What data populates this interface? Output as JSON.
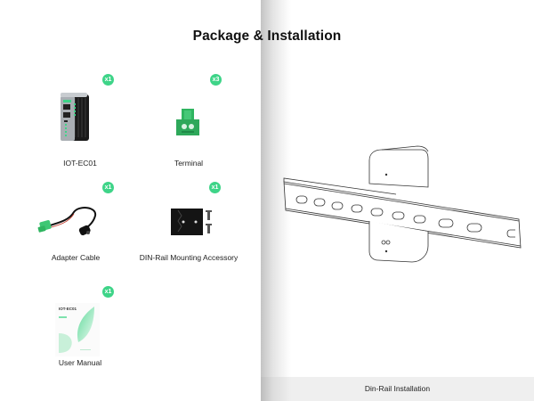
{
  "title": "Package & Installation",
  "items": [
    {
      "name": "IOT-EC01",
      "quantity": "x1",
      "icon": "gateway-device-icon"
    },
    {
      "name": "Terminal",
      "quantity": "x3",
      "icon": "terminal-block-icon"
    },
    {
      "name": "Adapter Cable",
      "quantity": "x1",
      "icon": "adapter-cable-icon"
    },
    {
      "name": "DIN-Rail Mounting Accessory",
      "quantity": "x1",
      "icon": "din-rail-bracket-icon"
    },
    {
      "name": "User Manual",
      "quantity": "x1",
      "icon": "user-manual-icon",
      "cover_text": "IOT-EC01"
    }
  ],
  "installation": {
    "caption": "Din-Rail Installation",
    "illustration": "din-rail-installation-illustration"
  },
  "colors": {
    "accent": "#3ed488",
    "caption_bar": "#efefef",
    "terminal_green": "#2fb560"
  }
}
